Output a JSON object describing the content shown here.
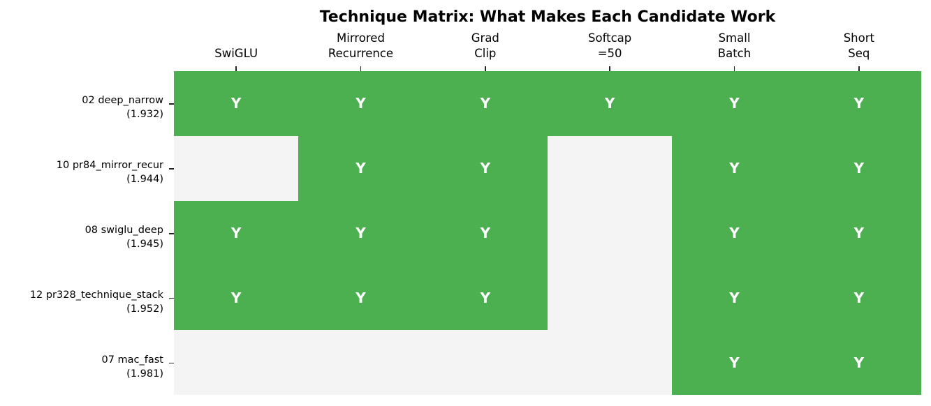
{
  "chart_data": {
    "type": "heatmap",
    "title": "Technique Matrix: What Makes Each Candidate Work",
    "xlabel": "",
    "ylabel": "",
    "columns": [
      "SwiGLU",
      "Mirrored\nRecurrence",
      "Grad\nClip",
      "Softcap\n=50",
      "Small\nBatch",
      "Short\nSeq"
    ],
    "rows": [
      {
        "label": "02 deep_narrow\n(1.932)",
        "name": "02 deep_narrow",
        "score": 1.932,
        "values": [
          1,
          1,
          1,
          1,
          1,
          1
        ]
      },
      {
        "label": "10 pr84_mirror_recur\n(1.944)",
        "name": "10 pr84_mirror_recur",
        "score": 1.944,
        "values": [
          0,
          1,
          1,
          0,
          1,
          1
        ]
      },
      {
        "label": "08 swiglu_deep\n(1.945)",
        "name": "08 swiglu_deep",
        "score": 1.945,
        "values": [
          1,
          1,
          1,
          0,
          1,
          1
        ]
      },
      {
        "label": "12 pr328_technique_stack\n(1.952)",
        "name": "12 pr328_technique_stack",
        "score": 1.952,
        "values": [
          1,
          1,
          1,
          0,
          1,
          1
        ]
      },
      {
        "label": "07 mac_fast\n(1.981)",
        "name": "07 mac_fast",
        "score": 1.981,
        "values": [
          0,
          0,
          0,
          0,
          1,
          1
        ]
      }
    ],
    "cell_text_on": "Y",
    "cell_text_off": "",
    "colors": {
      "on": "#4caf50",
      "off": "#f4f4f4",
      "on_text": "#ffffff"
    },
    "x_axis_position": "top",
    "grid": false,
    "legend": null
  }
}
